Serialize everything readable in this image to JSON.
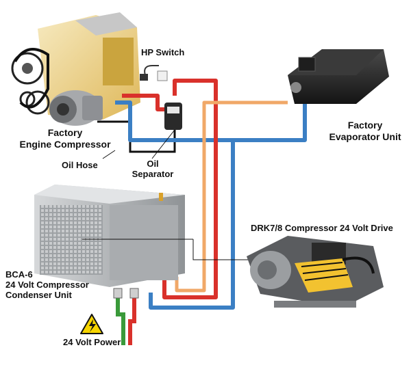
{
  "labels": {
    "hp_switch": "HP Switch",
    "factory_engine_compressor": [
      "Factory",
      "Engine Compressor"
    ],
    "oil_hose": "Oil Hose",
    "oil_separator": [
      "Oil",
      "Separator"
    ],
    "factory_evaporator_unit": [
      "Factory",
      "Evaporator Unit"
    ],
    "drk_drive": "DRK7/8 Compressor 24 Volt Drive",
    "bca_unit": [
      "BCA-6",
      "24 Volt Compressor",
      "Condenser Unit"
    ],
    "power": "24 Volt Power"
  },
  "colors": {
    "discharge_line": "#d9312b",
    "suction_line": "#3b7fc4",
    "liquid_line": "#f0a868",
    "oil_hose": "#111111",
    "engine_block": "#e8c15a",
    "evaporator_body": "#2a2a2a",
    "condenser_body": "#b9bcc0",
    "drive_accent": "#f2c230",
    "power_hazard": "#f5d400"
  },
  "icons": [
    "high-voltage-warning-icon"
  ]
}
